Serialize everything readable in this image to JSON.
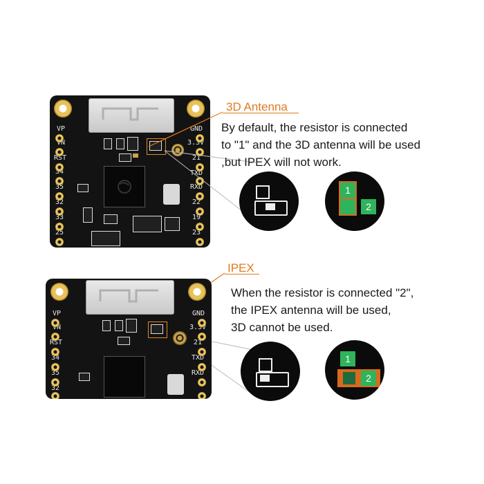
{
  "section_3d": {
    "title": "3D Antenna",
    "lines": [
      "By default, the resistor is connected",
      "to \"1\" and the 3D antenna will be used",
      ",but IPEX will not work."
    ],
    "pad_labels": [
      "1",
      "2"
    ]
  },
  "section_ipex": {
    "title": "IPEX",
    "lines": [
      "When the resistor is connected \"2\",",
      "the IPEX antenna will be used,",
      "3D cannot be used."
    ],
    "pad_labels": [
      "1",
      "2"
    ]
  },
  "board_top": {
    "left_pins": [
      "VP",
      "VN",
      "RST",
      "34",
      "35",
      "32",
      "33",
      "25"
    ],
    "right_pins": [
      "GND",
      "3.3V",
      "21",
      "TXD",
      "RXD",
      "22",
      "19",
      "23"
    ]
  },
  "board_bottom": {
    "left_pins": [
      "VP",
      "VN",
      "RST",
      "34",
      "35",
      "32"
    ],
    "right_pins": [
      "GND",
      "3.3V",
      "21",
      "TXD",
      "RXD"
    ]
  },
  "colors": {
    "accent": "#e07b1c",
    "pcb": "#131313",
    "gold": "#e7c15a",
    "pad_green": "#2fb35b",
    "pad_orange": "#d86a1e"
  }
}
